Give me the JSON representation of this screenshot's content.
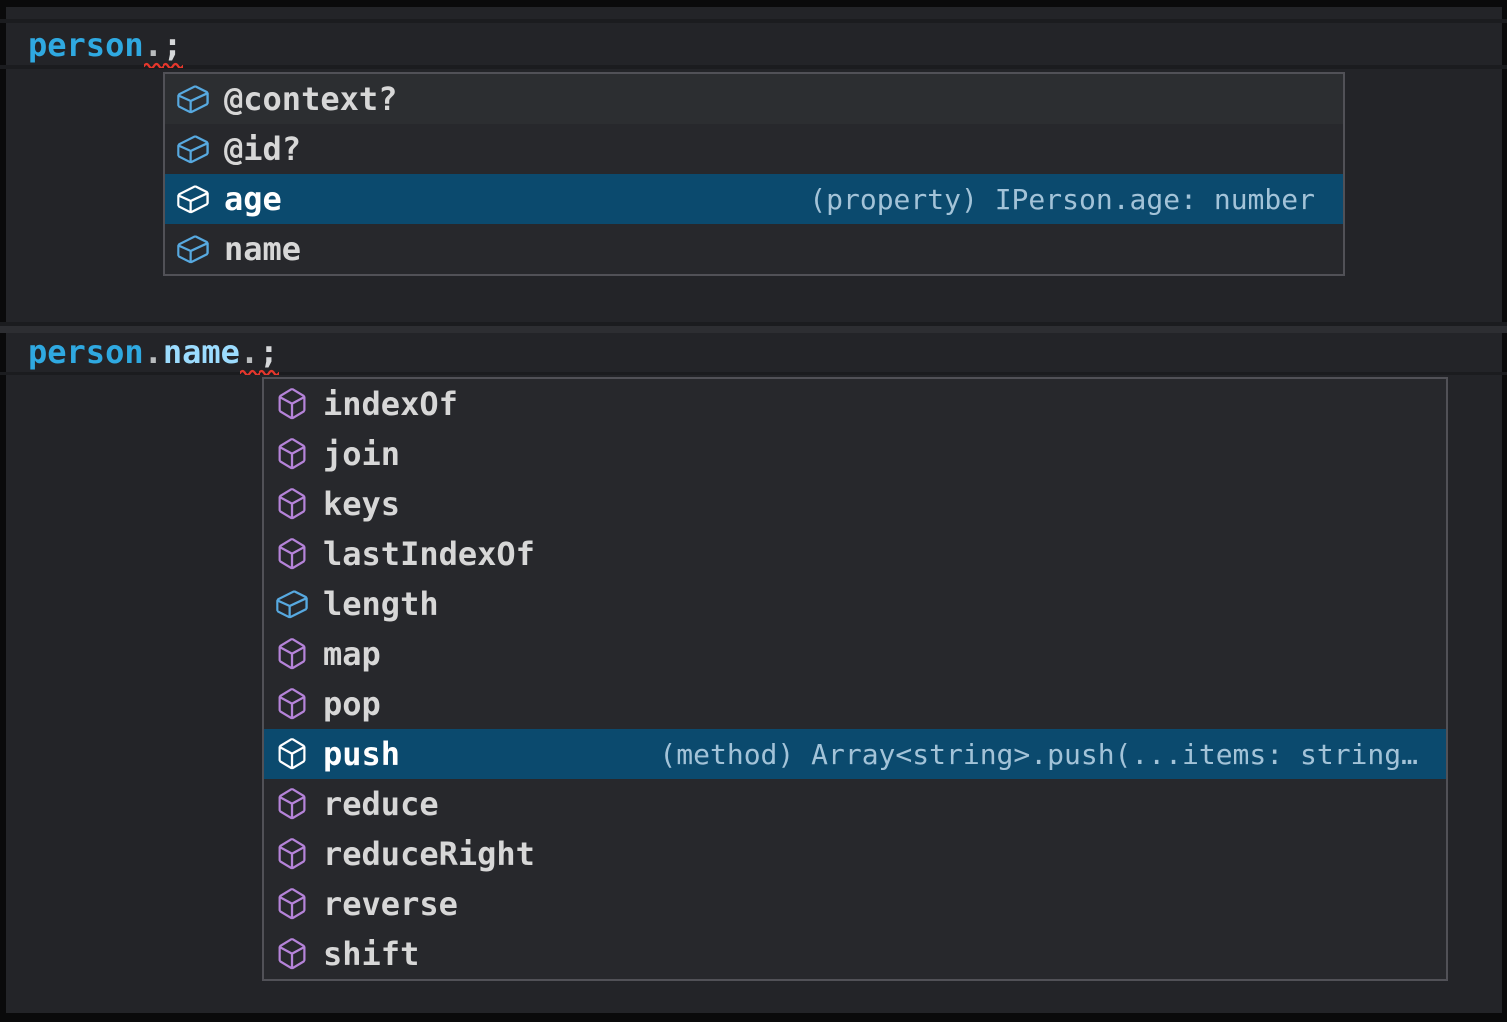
{
  "app": "code-editor-intellisense",
  "colors": {
    "frame": "#0a0a0b",
    "editor_bg": "#232428",
    "popup_bg": "#27282c",
    "popup_border": "#515157",
    "selection_bg": "#0b4a6e",
    "hover_bg": "#2c2e31",
    "label": "#d7d7d7",
    "label_selected": "#ffffff",
    "detail": "#a3c3d8",
    "field_icon_color": "#57a9e0",
    "method_icon_color": "#b583d9",
    "selected_icon_color": "#ffffff",
    "variable": "#2fa9e1",
    "property": "#9cdcfe",
    "dot": "#b9bcbe",
    "semicolon": "#d6d8da",
    "squiggle": "#e5372c"
  },
  "icons": {
    "field": "symbol-field-icon",
    "method": "symbol-method-icon"
  },
  "code_lines": [
    {
      "text": "person.;",
      "tokens": [
        {
          "text": "person",
          "color": "variable"
        },
        {
          "text": ".",
          "color": "dot",
          "squiggle": true
        },
        {
          "text": ";",
          "color": "semicolon",
          "squiggle": true
        }
      ]
    },
    {
      "text": "person.name.;",
      "tokens": [
        {
          "text": "person",
          "color": "variable"
        },
        {
          "text": ".",
          "color": "dot"
        },
        {
          "text": "name",
          "color": "property"
        },
        {
          "text": ".",
          "color": "dot",
          "squiggle": true
        },
        {
          "text": ";",
          "color": "semicolon",
          "squiggle": true
        }
      ]
    }
  ],
  "popups": [
    {
      "items": [
        {
          "label": "@context?",
          "kind": "field",
          "hovered": true
        },
        {
          "label": "@id?",
          "kind": "field"
        },
        {
          "label": "age",
          "kind": "field",
          "selected": true,
          "detail": "(property) IPerson.age: number"
        },
        {
          "label": "name",
          "kind": "field"
        }
      ]
    },
    {
      "items": [
        {
          "label": "indexOf",
          "kind": "method"
        },
        {
          "label": "join",
          "kind": "method"
        },
        {
          "label": "keys",
          "kind": "method"
        },
        {
          "label": "lastIndexOf",
          "kind": "method"
        },
        {
          "label": "length",
          "kind": "field"
        },
        {
          "label": "map",
          "kind": "method"
        },
        {
          "label": "pop",
          "kind": "method"
        },
        {
          "label": "push",
          "kind": "method",
          "selected": true,
          "detail": "(method) Array<string>.push(...items: string…"
        },
        {
          "label": "reduce",
          "kind": "method"
        },
        {
          "label": "reduceRight",
          "kind": "method"
        },
        {
          "label": "reverse",
          "kind": "method"
        },
        {
          "label": "shift",
          "kind": "method"
        }
      ]
    }
  ]
}
